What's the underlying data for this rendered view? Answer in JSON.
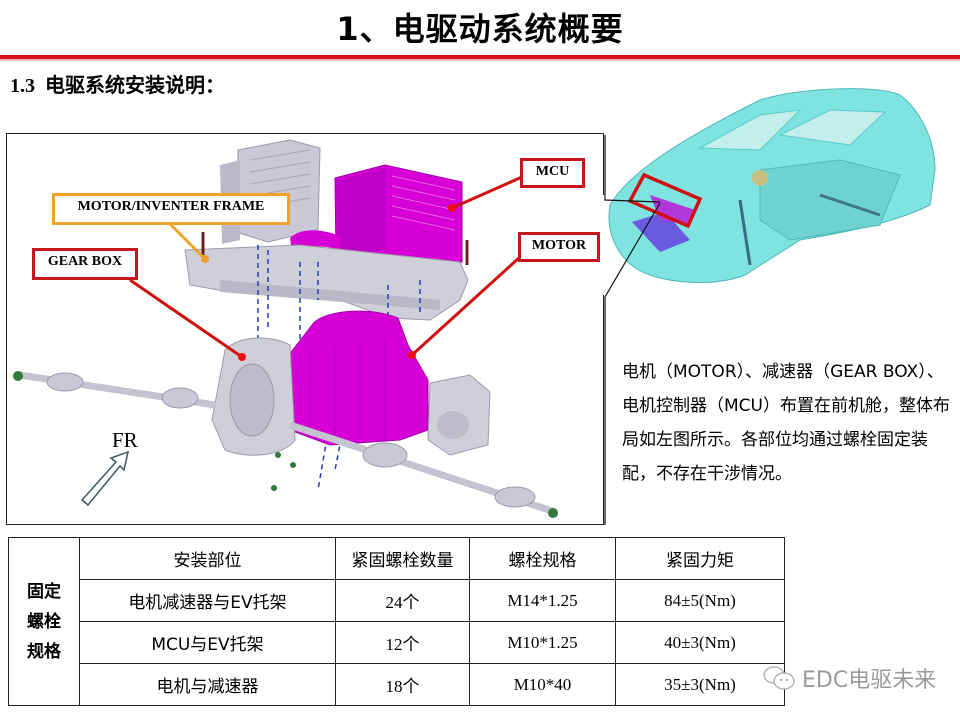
{
  "header": {
    "title": "1、电驱动系统概要",
    "rule_color": "#d7141a"
  },
  "section": {
    "number": "1.3",
    "title": "电驱系统安装说明："
  },
  "diagram": {
    "callouts": {
      "mcu": "MCU",
      "motor": "MOTOR",
      "frame": "MOTOR/INVENTER FRAME",
      "gearbox": "GEAR BOX"
    },
    "direction_label": "FR",
    "colors": {
      "callout_red": "#c8141c",
      "callout_orange": "#f0a32c",
      "highlight_magenta": "#d600d6",
      "part_gray": "#c9c9d6",
      "vehicle_cyan": "#7fe3e0"
    }
  },
  "description": "电机（MOTOR）、减速器（GEAR BOX）、电机控制器（MCU）布置在前机舱，整体布局如左图所示。各部位均通过螺栓固定装配，不存在干涉情况。",
  "table": {
    "side_label": [
      "固定",
      "螺栓",
      "规格"
    ],
    "headers": [
      "安装部位",
      "紧固螺栓数量",
      "螺栓规格",
      "紧固力矩"
    ],
    "rows": [
      {
        "location": "电机减速器与EV托架",
        "count": "24个",
        "spec": "M14*1.25",
        "torque": "84±5(Nm)"
      },
      {
        "location": "MCU与EV托架",
        "count": "12个",
        "spec": "M10*1.25",
        "torque": "40±3(Nm)"
      },
      {
        "location": "电机与减速器",
        "count": "18个",
        "spec": "M10*40",
        "torque": "35±3(Nm)"
      }
    ]
  },
  "watermark": {
    "icon": "wechat-icon",
    "text": "EDC电驱未来"
  }
}
